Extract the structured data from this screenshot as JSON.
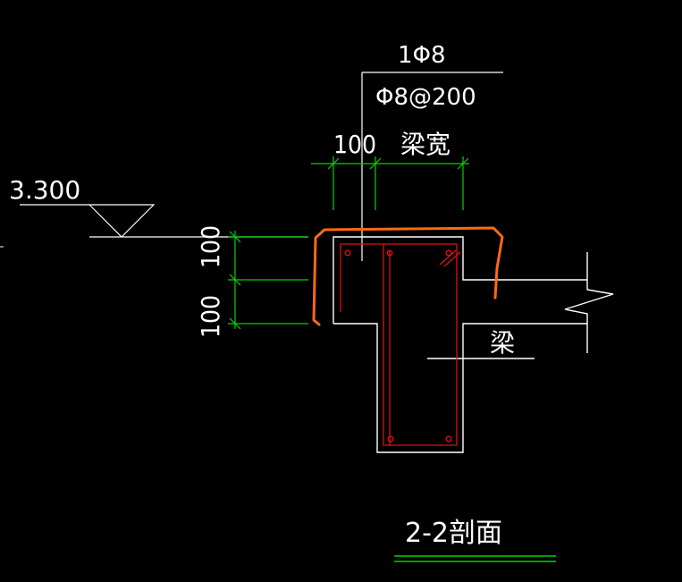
{
  "labels": {
    "elevation": "3.300",
    "rebar_top": "1Φ8",
    "stirrup": "Φ8@200",
    "dim_100_horizontal": "100",
    "dim_beam_width": "梁宽",
    "dim_100_upper": "100",
    "dim_100_lower": "100",
    "beam_label": "梁",
    "section_title": "2-2剖面"
  },
  "colors": {
    "background": "#000000",
    "outline": "#ffffff",
    "dimension": "#00d400",
    "rebar": "#e01010",
    "highlight": "#ff6a10",
    "title_underline": "#00d400"
  }
}
